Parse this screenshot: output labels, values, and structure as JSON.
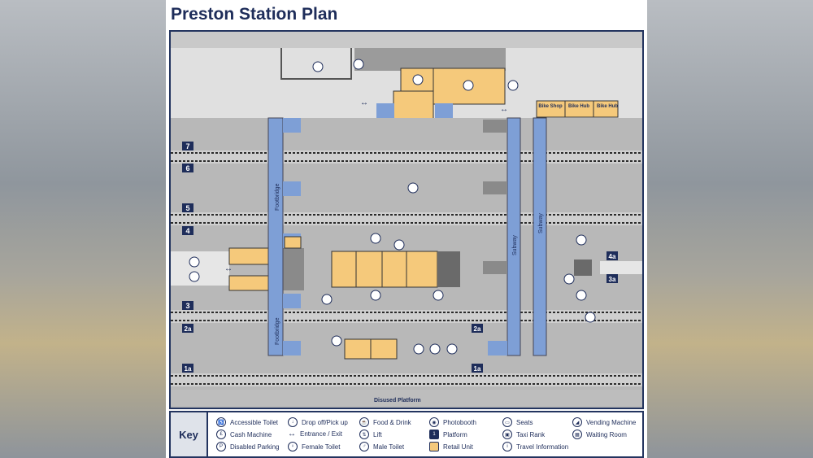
{
  "title": "Preston Station Plan",
  "platforms": {
    "p7": "7",
    "p6": "6",
    "p5": "5",
    "p4": "4",
    "p3": "3",
    "p2a_left": "2a",
    "p2a_right": "2a",
    "p1a_left": "1a",
    "p1a_right": "1a",
    "p4a": "4a",
    "p3a": "3a"
  },
  "labels": {
    "footbridge_top": "Footbridge",
    "footbridge_bottom": "Footbridge",
    "subway_left": "Subway",
    "subway_right": "Subway",
    "disused": "Disused Platform",
    "bike_shop": "Bike Shop",
    "bike_hub_1": "Bike Hub",
    "bike_hub_2": "Bike Hub"
  },
  "key": {
    "title": "Key",
    "items": [
      {
        "icon": "accessible-toilet-icon",
        "label": "Accessible Toilet"
      },
      {
        "icon": "cash-machine-icon",
        "label": "Cash Machine"
      },
      {
        "icon": "disabled-parking-icon",
        "label": "Disabled Parking"
      },
      {
        "icon": "drop-off-icon",
        "label": "Drop off/Pick up"
      },
      {
        "icon": "entrance-exit-icon",
        "label": "Entrance / Exit"
      },
      {
        "icon": "female-toilet-icon",
        "label": "Female Toilet"
      },
      {
        "icon": "food-drink-icon",
        "label": "Food & Drink"
      },
      {
        "icon": "lift-icon",
        "label": "Lift"
      },
      {
        "icon": "male-toilet-icon",
        "label": "Male Toilet"
      },
      {
        "icon": "photobooth-icon",
        "label": "Photobooth"
      },
      {
        "icon": "platform-icon",
        "label": "Platform"
      },
      {
        "icon": "retail-unit-icon",
        "label": "Retail Unit"
      },
      {
        "icon": "seats-icon",
        "label": "Seats"
      },
      {
        "icon": "taxi-rank-icon",
        "label": "Taxi Rank"
      },
      {
        "icon": "travel-info-icon",
        "label": "Travel Information"
      },
      {
        "icon": "vending-machine-icon",
        "label": "Vending Machine"
      },
      {
        "icon": "waiting-room-icon",
        "label": "Waiting Room"
      }
    ]
  },
  "colors": {
    "navy": "#1e2d5a",
    "unit": "#f5c97b",
    "walkway": "#7e9fd6",
    "platform": "#b8b8b8",
    "track": "#2b2b2b"
  }
}
